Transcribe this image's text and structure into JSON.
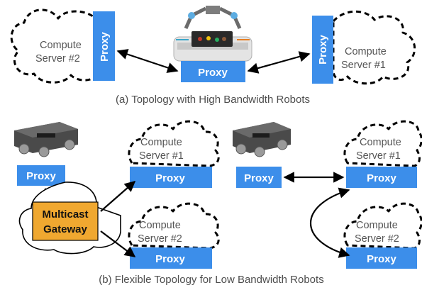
{
  "captions": {
    "top": "(a) Topology with High Bandwidth Robots",
    "bottom": "(b) Flexible Topology for Low Bandwidth Robots"
  },
  "top": {
    "left_server": [
      "Compute",
      "Server #2"
    ],
    "right_server": [
      "Compute",
      "Server #1"
    ],
    "proxy_left": "Proxy",
    "proxy_right": "Proxy",
    "proxy_center": "Proxy"
  },
  "bottom_left": {
    "robot_proxy": "Proxy",
    "gateway": [
      "Multicast",
      "Gateway"
    ],
    "server_top": [
      "Compute",
      "Server #1"
    ],
    "server_bottom": [
      "Compute",
      "Server #2"
    ],
    "server_top_proxy": "Proxy",
    "server_bottom_proxy": "Proxy"
  },
  "bottom_right": {
    "robot_proxy": "Proxy",
    "server_top": [
      "Compute",
      "Server #1"
    ],
    "server_bottom": [
      "Compute",
      "Server #2"
    ],
    "server_top_proxy": "Proxy",
    "server_bottom_proxy": "Proxy"
  },
  "colors": {
    "proxy": "#3c8eea",
    "gateway": "#f0a830",
    "line": "#000000"
  }
}
